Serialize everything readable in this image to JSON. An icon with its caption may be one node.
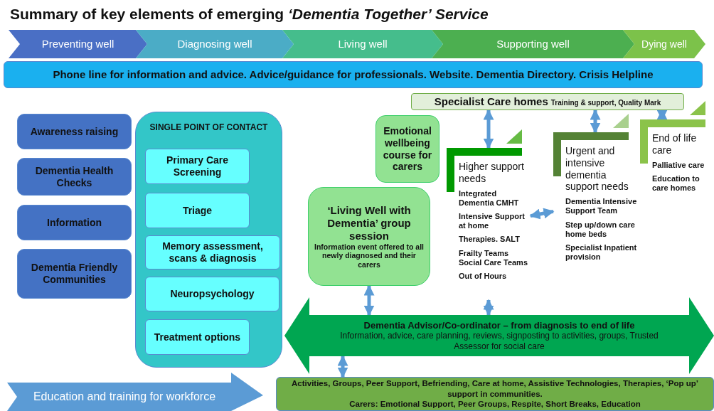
{
  "diagram": {
    "title": "Summary of key elements of emerging *‘Dementia Together’ Service*",
    "nodes": [
      {
        "text": [
          "Preventing well"
        ]
      },
      {
        "text": [
          "Diagnosing well"
        ]
      },
      {
        "text": [
          "Living well"
        ]
      },
      {
        "text": [
          "Supporting well"
        ]
      },
      {
        "text": [
          "Dying well"
        ]
      },
      {
        "text": [
          "Phone line for information and advice. Advice/guidance for professionals. Website. Dementia Directory. Crisis Helpline"
        ]
      },
      {
        "text": [
          "Awareness raising"
        ]
      },
      {
        "text": [
          "Dementia Health Checks"
        ]
      },
      {
        "text": [
          "Information"
        ]
      },
      {
        "text": [
          "Dementia Friendly Communities"
        ]
      },
      {
        "text": [
          "SINGLE POINT OF CONTACT"
        ]
      },
      {
        "text": [
          "Primary Care Screening"
        ],
        "in": 10
      },
      {
        "text": [
          "Triage"
        ],
        "in": 10
      },
      {
        "text": [
          "Memory assessment, scans & diagnosis"
        ],
        "in": 10
      },
      {
        "text": [
          "Neuropsychology"
        ],
        "in": 10
      },
      {
        "text": [
          "Treatment options"
        ],
        "in": 10
      },
      {
        "text": [
          "Specialist Care homes",
          "Training & support, Quality Mark"
        ]
      },
      {
        "text": [
          "Emotional wellbeing course for carers"
        ]
      },
      {
        "text": [
          "‘Living Well with Dementia’ group session",
          "Information event offered to all newly diagnosed and their carers"
        ]
      },
      {
        "text": [
          "Higher support needs",
          "Integrated Dementia CMHT",
          "Intensive Support at home",
          "Therapies. SALT",
          "Frailty Teams Social Care Teams",
          "Out of Hours"
        ]
      },
      {
        "text": [
          "Urgent and intensive dementia support needs",
          "Dementia Intensive Support Team",
          "Step up/down care home beds",
          "Specialist Inpatient provision"
        ]
      },
      {
        "text": [
          "End of life care",
          "Palliative care",
          "Education to care homes"
        ]
      },
      {
        "text": [
          "Dementia Advisor/Co-ordinator – from diagnosis to end of life",
          "Information, advice, care planning, reviews, signposting to activities, groups, Trusted Assessor for social care"
        ]
      },
      {
        "text": [
          "Activities, Groups, Peer Support, Befriending, Care at home, Assistive Technologies, Therapies, ‘Pop up’ support in communities.",
          "Carers: Emotional Support, Peer Groups, Respite, Short Breaks, Education"
        ]
      },
      {
        "text": [
          "Education and training for workforce"
        ]
      }
    ],
    "edges": [
      {
        "from": 16,
        "to": 19,
        "arrow": "both"
      },
      {
        "from": 16,
        "to": 20,
        "arrow": "both"
      },
      {
        "from": 16,
        "to": 21,
        "arrow": "both"
      },
      {
        "from": 19,
        "to": 20,
        "arrow": "both"
      },
      {
        "from": 18,
        "to": 22,
        "arrow": "both"
      },
      {
        "from": 19,
        "to": 22,
        "arrow": "both"
      },
      {
        "from": 22,
        "to": 23,
        "arrow": "both"
      }
    ]
  }
}
